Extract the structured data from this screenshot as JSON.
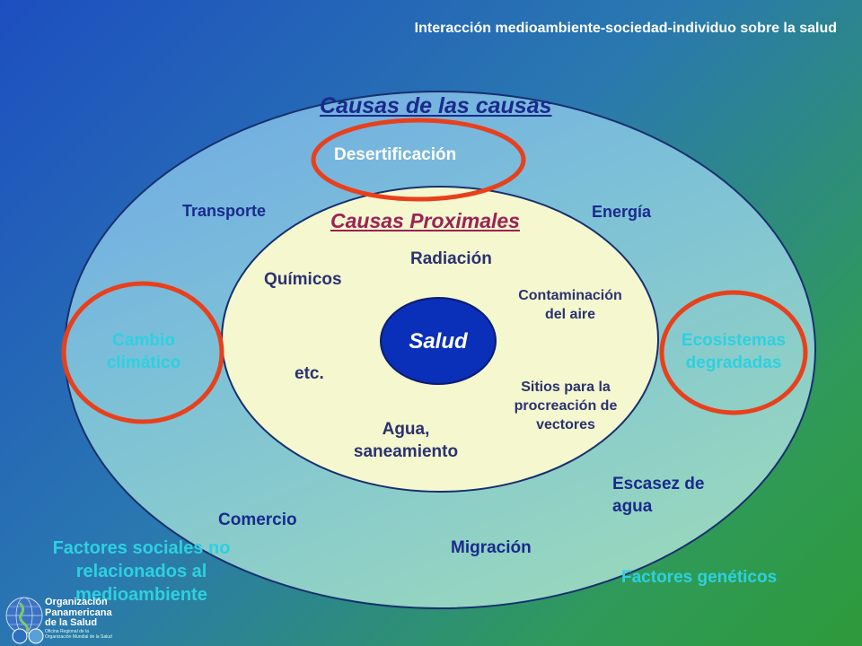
{
  "header": {
    "title": "Interacción medioambiente-sociedad-individuo sobre la salud"
  },
  "outer": {
    "title": "Causas de las causas",
    "desertificacion": "Desertificación",
    "transporte": "Transporte",
    "energia": "Energía",
    "cambio_line1": "Cambio",
    "cambio_line2": "climático",
    "ecosistemas_line1": "Ecosistemas",
    "ecosistemas_line2": "degradadas",
    "escasez_line1": "Escasez de",
    "escasez_line2": "agua",
    "comercio": "Comercio",
    "migracion": "Migración"
  },
  "inner": {
    "title": "Causas Proximales",
    "radiacion": "Radiación",
    "quimicos": "Químicos",
    "contaminacion_line1": "Contaminación",
    "contaminacion_line2": "del aire",
    "etc": "etc.",
    "sitios_line1": "Sitios para la",
    "sitios_line2": "procreación de",
    "sitios_line3": "vectores",
    "agua_line1": "Agua,",
    "agua_line2": "saneamiento"
  },
  "center": {
    "label": "Salud"
  },
  "outside": {
    "sociales_line1": "Factores sociales no",
    "sociales_line2": "relacionados al",
    "sociales_line3": "medioambiente",
    "geneticos": "Factores genéticos"
  },
  "logo": {
    "line1": "Organización",
    "line2": "Panamericana",
    "line3": "de la Salud",
    "small1": "Oficina Regional de la",
    "small2": "Organización Mundial de la Salud"
  },
  "colors": {
    "highlight": "#e8401c",
    "outer_fill_top": "#86c6dd",
    "outer_fill_bottom": "#8fd3c2",
    "inner_fill": "#f5f7cf",
    "center_fill": "#0a2fb8",
    "navy_text": "#1a2a8c",
    "maroon_text": "#9c2255"
  }
}
